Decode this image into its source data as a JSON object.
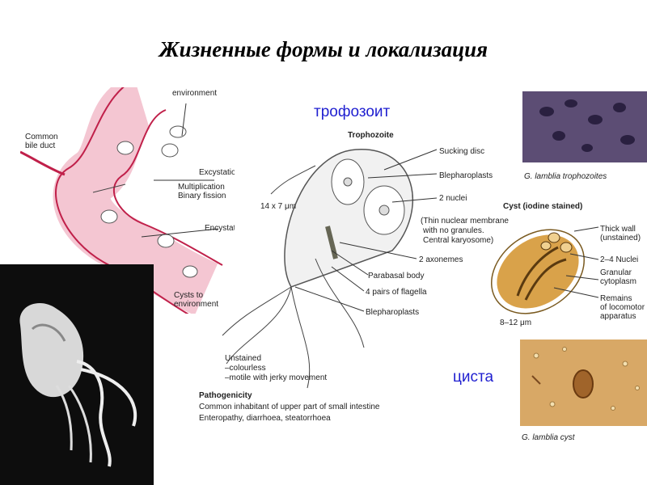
{
  "title": "Жизненные формы и локализация",
  "ru_labels": {
    "trophozoite": "трофозоит",
    "cyst": "циста"
  },
  "intestine_diagram": {
    "environment_top": "environment",
    "bile_duct": [
      "Common",
      "bile duct"
    ],
    "excystation": "Excystation",
    "multiplication": [
      "Multiplication",
      "Binary fission"
    ],
    "encystation": "Encystation",
    "cysts_to_env": [
      "Cysts to",
      "environment"
    ]
  },
  "trophozoite_diagram": {
    "heading": "Trophozoite",
    "size": "14 x 7 μm",
    "sucking_disc": "Sucking disc",
    "blepharoplasts_top": "Blepharoplasts",
    "nuclei": "2 nuclei",
    "nuclear_note": [
      "(Thin nuclear membrane",
      "with no granules.",
      "Central karyosome)"
    ],
    "axonemes": "2 axonemes",
    "parabasal": "Parabasal body",
    "flagella": "4 pairs of flagella",
    "blepharoplasts_bottom": "Blepharoplasts",
    "unstained": [
      "Unstained",
      "–colourless",
      "–motile with jerky movement"
    ],
    "pathogenicity_heading": "Pathogenicity",
    "pathogenicity": [
      "Common inhabitant of upper part of small intestine",
      "Enteropathy, diarrhoea, steatorrhoea"
    ]
  },
  "cyst_diagram": {
    "photo_caption_troph": "G. lamblia trophozoites",
    "heading": "Cyst (iodine stained)",
    "thick_wall": [
      "Thick wall",
      "(unstained)"
    ],
    "nuclei": "2–4 Nuclei",
    "granular": [
      "Granular",
      "cytoplasm"
    ],
    "remains": [
      "Remains",
      "of locomotor",
      "apparatus"
    ],
    "size": "8–12 μm",
    "photo_caption_cyst": "G. lamblia cyst"
  },
  "colors": {
    "title": "#000000",
    "ru_label": "#1f1fd0",
    "intestine": "#f4c6d2",
    "intestine_wall": "#c0204a",
    "cyst_fill": "#d9a24a",
    "micrograph_bg": "#0d0d0d"
  }
}
